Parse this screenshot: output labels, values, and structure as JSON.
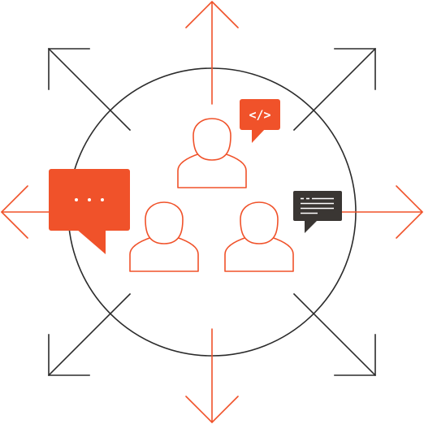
{
  "colors": {
    "accent": "#F0522A",
    "dark": "#2B2B2B",
    "bubble_dark": "#3A3633",
    "background": "#FFFFFF"
  },
  "icons": {
    "code_bubble": "code-speech-bubble-icon",
    "text_bubble": "text-lines-speech-bubble-icon",
    "ellipsis_bubble": "ellipsis-speech-bubble-icon",
    "person": "person-outline-icon",
    "arrow": "arrow-icon"
  },
  "bubbles": {
    "code_glyph": "</>"
  },
  "diagram": {
    "people_count": 3,
    "arrow_directions": [
      "up",
      "down",
      "left",
      "right",
      "up-left",
      "up-right",
      "down-left",
      "down-right"
    ]
  }
}
